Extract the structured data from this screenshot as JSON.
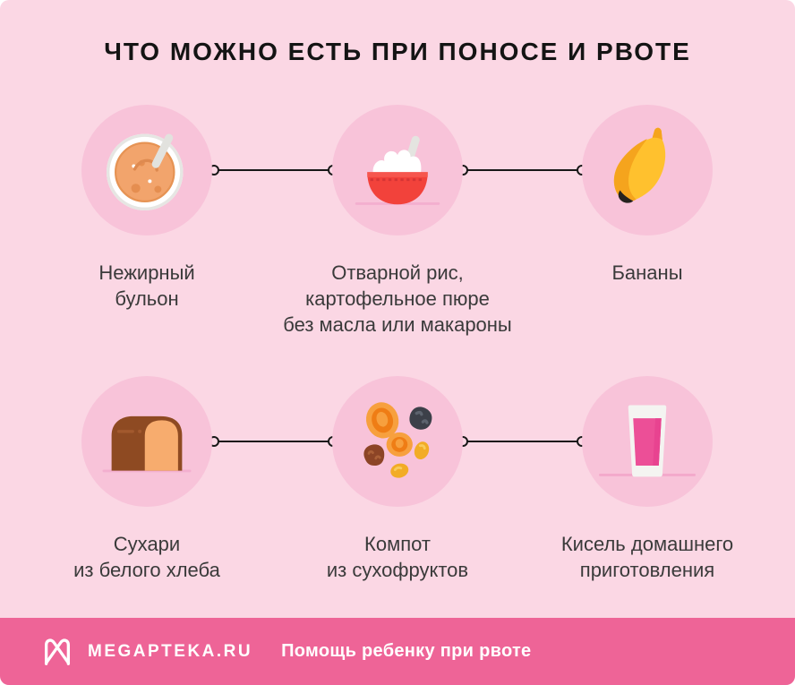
{
  "title": "ЧТО МОЖНО ЕСТЬ ПРИ ПОНОСЕ И РВОТЕ",
  "items": [
    {
      "id": "broth",
      "icon": "soup-bowl-icon",
      "label": "Нежирный\nбульон"
    },
    {
      "id": "rice",
      "icon": "rice-bowl-icon",
      "label": "Отварной рис,\nкартофельное пюре\nбез масла или макароны"
    },
    {
      "id": "bananas",
      "icon": "banana-icon",
      "label": "Бананы"
    },
    {
      "id": "crackers",
      "icon": "bread-loaf-icon",
      "label": "Сухари\nиз белого хлеба"
    },
    {
      "id": "compote",
      "icon": "dried-fruits-icon",
      "label": "Компот\nиз сухофруктов"
    },
    {
      "id": "kissel",
      "icon": "kissel-glass-icon",
      "label": "Кисель домашнего\nприготовления"
    }
  ],
  "footer": {
    "logo_icon": "megapteka-logo-icon",
    "brand": "MEGAPTEKA.RU",
    "tagline": "Помощь ребенку при рвоте"
  },
  "colors": {
    "background": "#FBD7E4",
    "item_circle": "#F8C3D9",
    "footer_bar": "#EE6497",
    "title_text": "#141414",
    "label_text": "#3A3A3A",
    "connector": "#181818",
    "accent_red_bowl": "#F2423B",
    "accent_banana": "#FFC12E",
    "accent_kissel": "#EC4F97"
  }
}
